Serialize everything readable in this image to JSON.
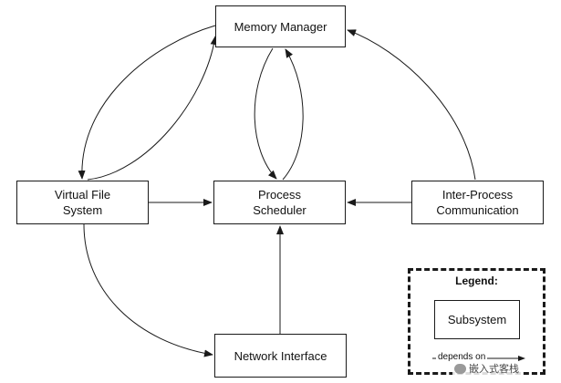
{
  "diagram": {
    "nodes": {
      "memory_manager": {
        "lines": [
          "Memory Manager"
        ]
      },
      "virtual_file_system": {
        "lines": [
          "Virtual File",
          "System"
        ]
      },
      "process_scheduler": {
        "lines": [
          "Process",
          "Scheduler"
        ]
      },
      "inter_process_communication": {
        "lines": [
          "Inter-Process",
          "Communication"
        ]
      },
      "network_interface": {
        "lines": [
          "Network Interface"
        ]
      }
    },
    "edges": [
      {
        "from": "memory_manager",
        "to": "virtual_file_system"
      },
      {
        "from": "virtual_file_system",
        "to": "memory_manager"
      },
      {
        "from": "memory_manager",
        "to": "process_scheduler"
      },
      {
        "from": "process_scheduler",
        "to": "memory_manager"
      },
      {
        "from": "virtual_file_system",
        "to": "process_scheduler"
      },
      {
        "from": "inter_process_communication",
        "to": "process_scheduler"
      },
      {
        "from": "inter_process_communication",
        "to": "memory_manager"
      },
      {
        "from": "virtual_file_system",
        "to": "network_interface"
      },
      {
        "from": "network_interface",
        "to": "process_scheduler"
      }
    ]
  },
  "legend": {
    "title": "Legend:",
    "subsystem_label": "Subsystem",
    "depends_label": "depends on"
  },
  "watermark": {
    "text": "嵌入式客栈"
  }
}
